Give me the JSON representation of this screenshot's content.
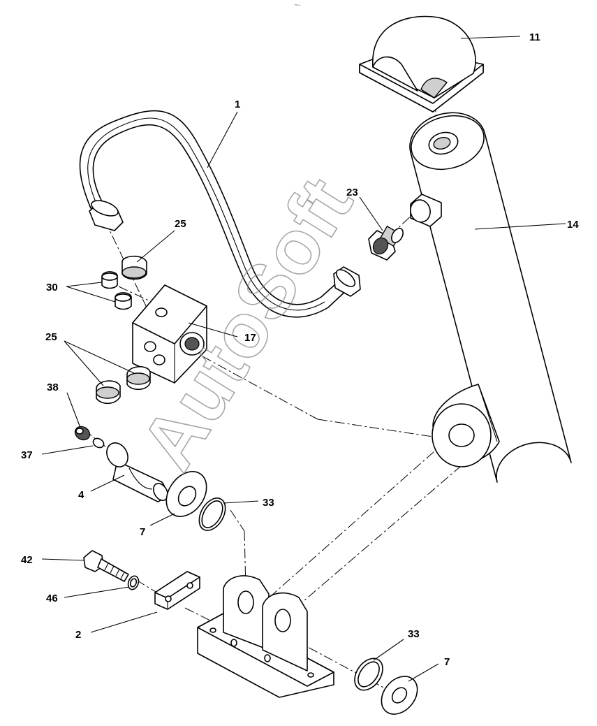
{
  "diagram": {
    "top_mark": "~-",
    "watermark": "AutoSoft",
    "callouts": {
      "c1": "1",
      "c2": "2",
      "c4": "4",
      "c7a": "7",
      "c7b": "7",
      "c11": "11",
      "c14": "14",
      "c17": "17",
      "c23": "23",
      "c25a": "25",
      "c25b": "25",
      "c30": "30",
      "c33a": "33",
      "c33b": "33",
      "c37": "37",
      "c38": "38",
      "c42": "42",
      "c46": "46"
    }
  }
}
